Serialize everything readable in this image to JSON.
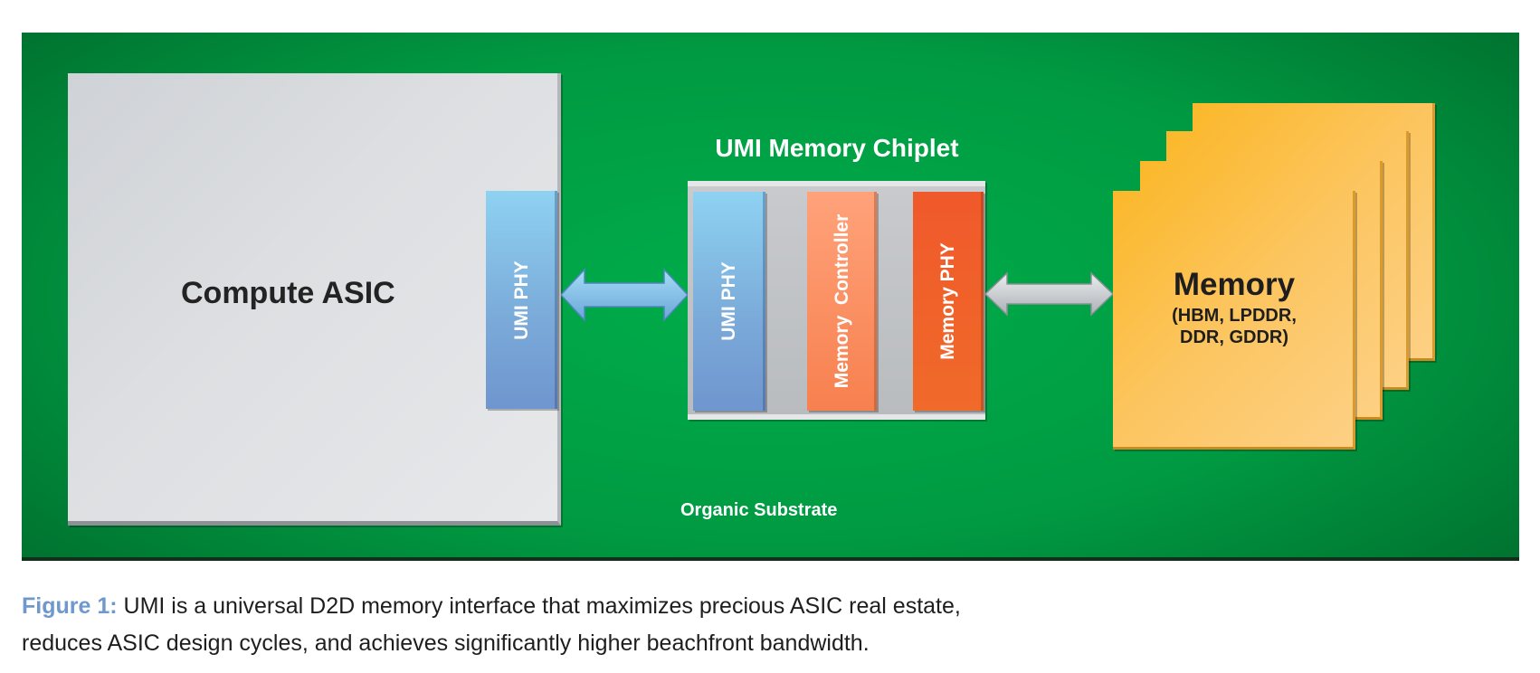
{
  "colors": {
    "substrate": "#00a547",
    "asic": "#d8dadd",
    "umi_phy": "#7aa9d8",
    "memory_controller": "#f7804f",
    "memory_phy": "#f0592b",
    "memory": "#fcc560",
    "figure_label": "#6f98cc"
  },
  "diagram": {
    "compute_asic": "Compute ASIC",
    "asic_umi_phy": "UMI PHY",
    "chiplet_title": "UMI Memory Chiplet",
    "chiplet_umi_phy": "UMI PHY",
    "memory_controller": "Memory  Controller",
    "memory_phy": "Memory PHY",
    "memory_title": "Memory",
    "memory_types_line1": "(HBM, LPDDR,",
    "memory_types_line2": "DDR, GDDR)",
    "substrate": "Organic Substrate"
  },
  "caption": {
    "label": "Figure 1:",
    "line1": " UMI is a universal D2D memory interface that maximizes precious ASIC real estate,",
    "line2": "reduces ASIC design cycles, and achieves significantly higher beachfront bandwidth."
  }
}
